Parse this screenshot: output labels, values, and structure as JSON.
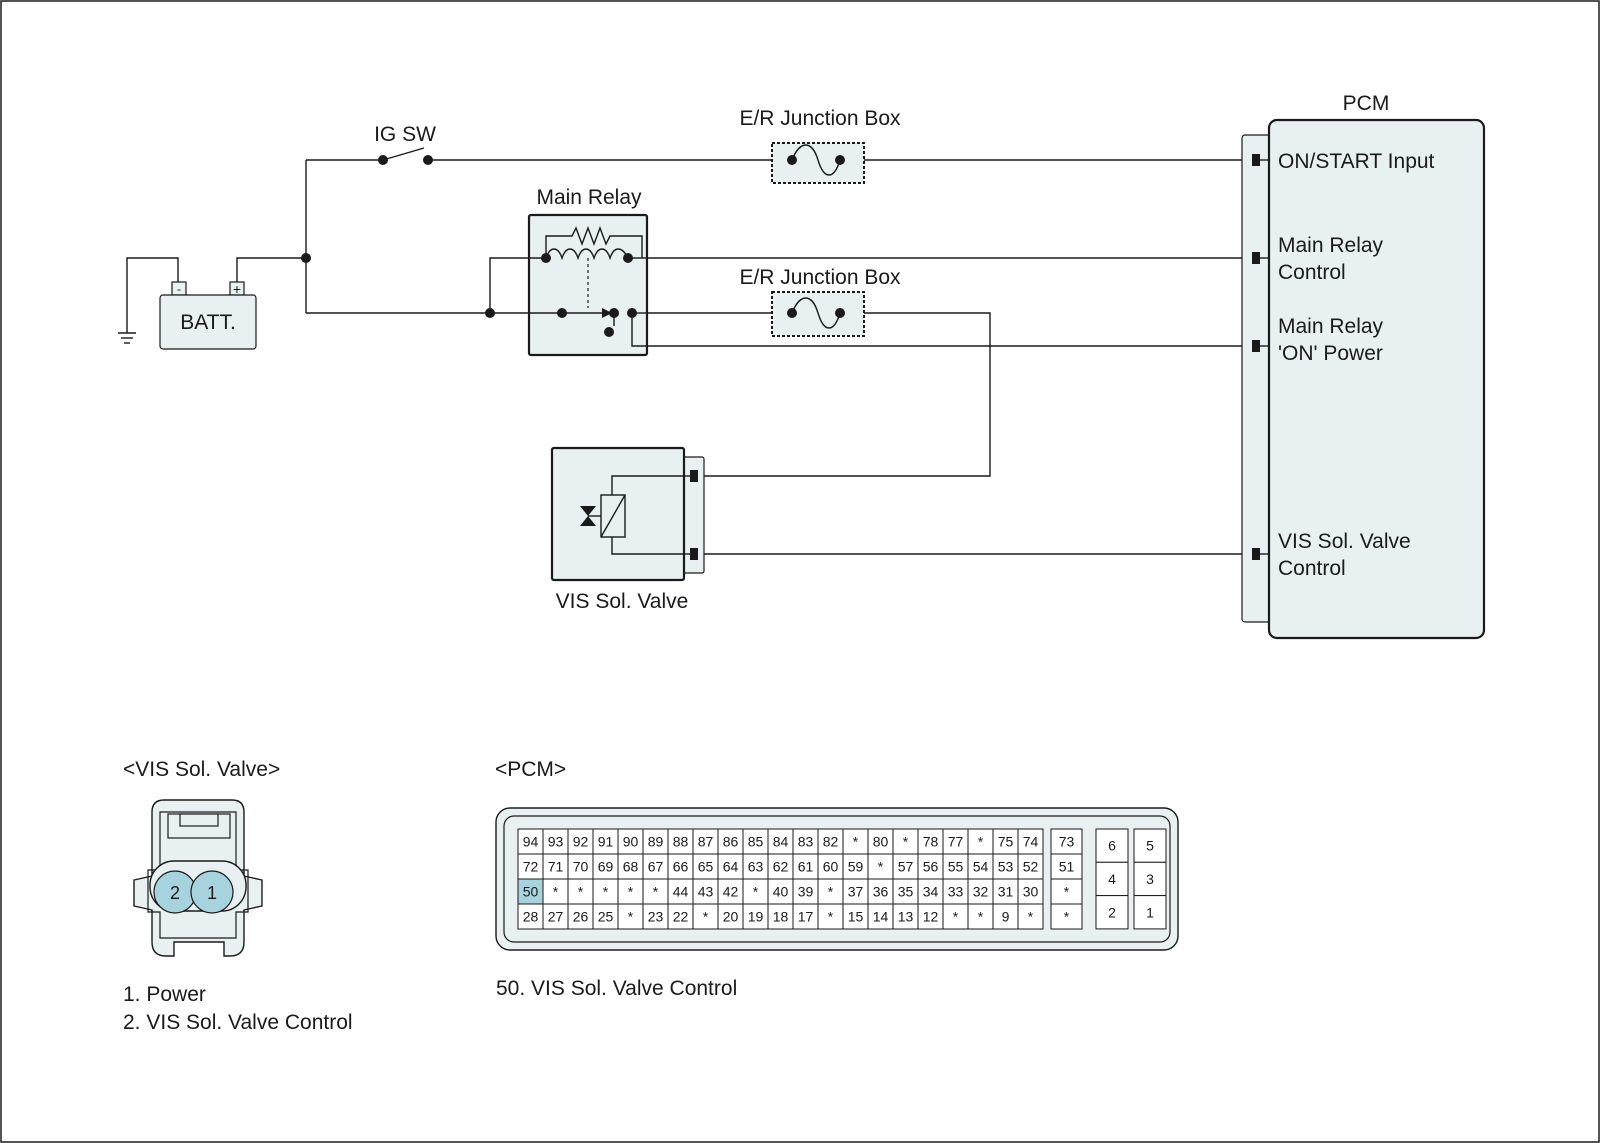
{
  "labels": {
    "ig_sw": "IG SW",
    "junction_box_1": "E/R Junction Box",
    "junction_box_2": "E/R Junction Box",
    "main_relay": "Main Relay",
    "battery": "BATT.",
    "batt_minus": "-",
    "batt_plus": "+",
    "pcm": "PCM",
    "vis_valve": "VIS Sol. Valve"
  },
  "pcm_terminals": [
    {
      "lines": [
        "ON/START Input"
      ]
    },
    {
      "lines": [
        "Main Relay",
        "Control"
      ]
    },
    {
      "lines": [
        "Main Relay",
        "'ON' Power"
      ]
    },
    {
      "lines": [
        "VIS Sol. Valve",
        "Control"
      ]
    }
  ],
  "vis_connector": {
    "title": "<VIS Sol. Valve>",
    "pins": [
      "2",
      "1"
    ],
    "legend": [
      "1. Power",
      "2. VIS Sol. Valve Control"
    ]
  },
  "pcm_connector": {
    "title": "<PCM>",
    "rows": [
      [
        "94",
        "93",
        "92",
        "91",
        "90",
        "89",
        "88",
        "87",
        "86",
        "85",
        "84",
        "83",
        "82",
        "*",
        "80",
        "*",
        "78",
        "77",
        "*",
        "75",
        "74"
      ],
      [
        "72",
        "71",
        "70",
        "69",
        "68",
        "67",
        "66",
        "65",
        "64",
        "63",
        "62",
        "61",
        "60",
        "59",
        "*",
        "57",
        "56",
        "55",
        "54",
        "53",
        "52"
      ],
      [
        "50",
        "*",
        "*",
        "*",
        "*",
        "*",
        "44",
        "43",
        "42",
        "*",
        "40",
        "39",
        "*",
        "37",
        "36",
        "35",
        "34",
        "33",
        "32",
        "31",
        "30"
      ],
      [
        "28",
        "27",
        "26",
        "25",
        "*",
        "23",
        "22",
        "*",
        "20",
        "19",
        "18",
        "17",
        "*",
        "15",
        "14",
        "13",
        "12",
        "*",
        "*",
        "9",
        "*"
      ]
    ],
    "side_col": [
      "73",
      "51",
      "*",
      "*"
    ],
    "block_left": [
      "6",
      "4",
      "2"
    ],
    "block_right": [
      "5",
      "3",
      "1"
    ],
    "highlight": "50",
    "legend": "50. VIS Sol. Valve Control"
  },
  "colors": {
    "fill": "#e8f0f2",
    "highlight": "#a7d3de",
    "line": "#1a1a1a"
  }
}
